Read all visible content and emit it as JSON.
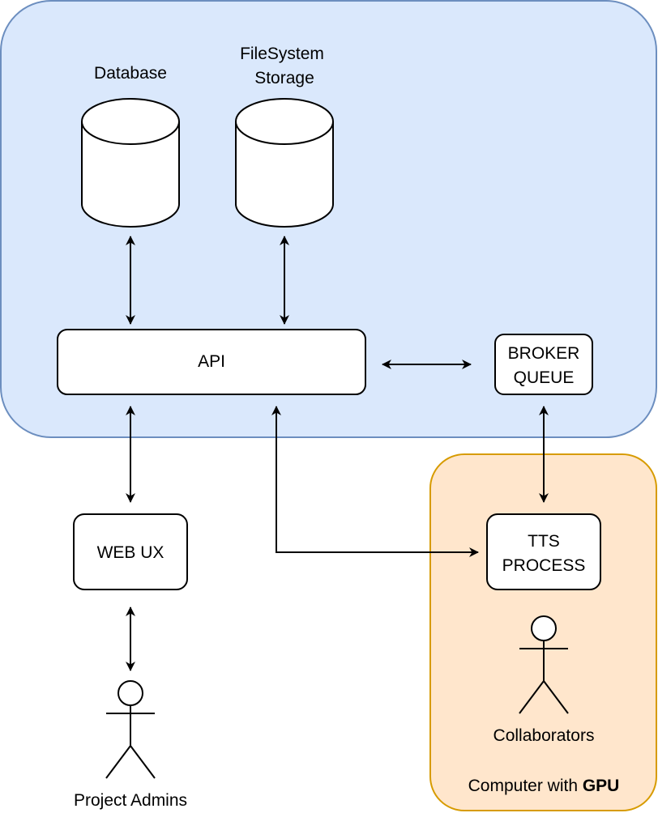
{
  "regions": {
    "server": {
      "fill": "#dae8fc",
      "stroke": "#6c8ebf"
    },
    "gpu": {
      "label_prefix": "Computer with ",
      "label_bold": "GPU",
      "fill": "#ffe6cc",
      "stroke": "#d79b00"
    }
  },
  "nodes": {
    "database": {
      "label": "Database"
    },
    "filesystem": {
      "label_line1": "FileSystem",
      "label_line2": "Storage"
    },
    "api": {
      "label": "API"
    },
    "broker": {
      "label_line1": "BROKER",
      "label_line2": "QUEUE"
    },
    "web_ux": {
      "label": "WEB UX"
    },
    "tts": {
      "label_line1": "TTS",
      "label_line2": "PROCESS"
    }
  },
  "actors": {
    "admins": {
      "label": "Project Admins"
    },
    "collaborators": {
      "label": "Collaborators"
    }
  },
  "edges": [
    {
      "from": "database",
      "to": "api",
      "direction": "both"
    },
    {
      "from": "filesystem",
      "to": "api",
      "direction": "both"
    },
    {
      "from": "api",
      "to": "broker",
      "direction": "both"
    },
    {
      "from": "broker",
      "to": "tts",
      "direction": "both"
    },
    {
      "from": "api",
      "to": "web_ux",
      "direction": "both"
    },
    {
      "from": "api",
      "to": "tts",
      "direction": "both"
    },
    {
      "from": "web_ux",
      "to": "admins",
      "direction": "both"
    }
  ]
}
